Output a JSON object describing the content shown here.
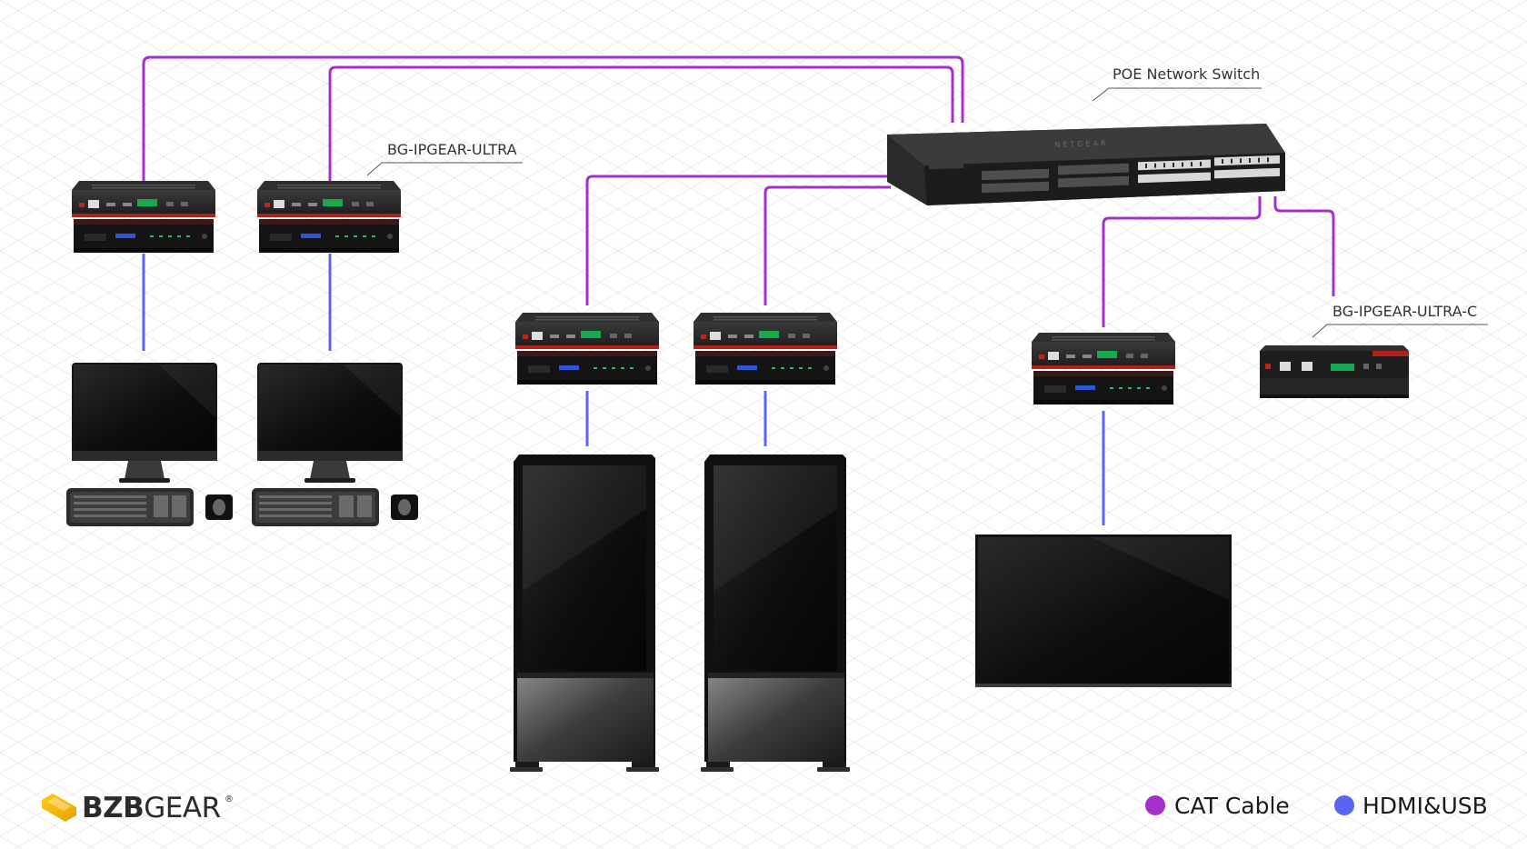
{
  "labels": {
    "switch": "POE Network Switch",
    "ultra": "BG-IPGEAR-ULTRA",
    "ultra_c": "BG-IPGEAR-ULTRA-C"
  },
  "switch_brand": "NETGEAR",
  "unit_brand": "BZBGEAR",
  "brand": {
    "logo_text_bold": "BZB",
    "logo_text_light": "GEAR",
    "registered": "®"
  },
  "legend": [
    {
      "label": "CAT Cable",
      "color": "#a52fcb"
    },
    {
      "label": "HDMI&USB",
      "color": "#5b63f2"
    }
  ],
  "colors": {
    "cat_cable": "#a52fcb",
    "hdmi_usb": "#5b63f2",
    "accent_red": "#c0251d",
    "logo_yellow": "#f2b600"
  },
  "icons": {
    "logo": "bzbgear-logo-icon"
  }
}
